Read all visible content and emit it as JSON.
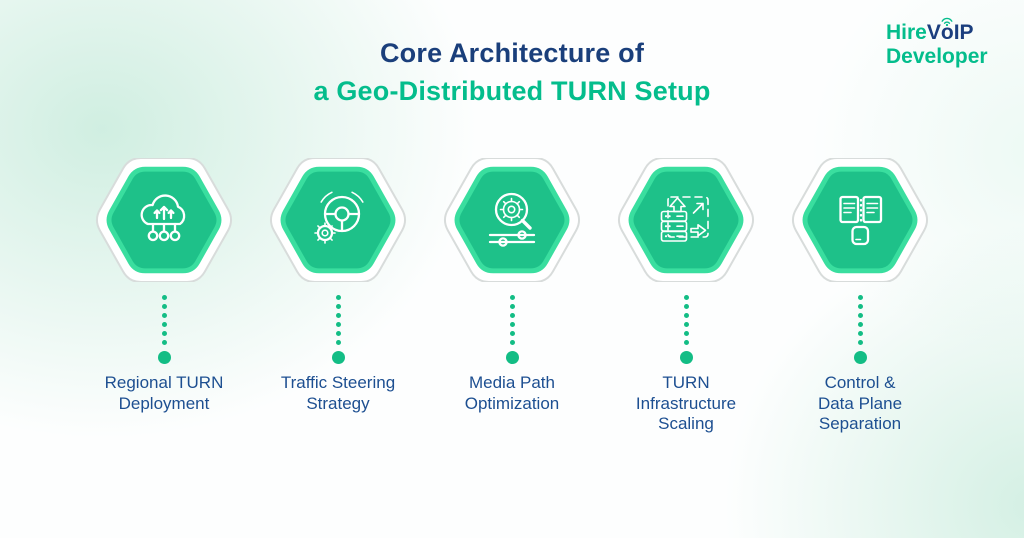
{
  "header": {
    "title_line1": "Core Architecture of",
    "title_line2": "a Geo-Distributed TURN Setup"
  },
  "logo": {
    "hire": "Hire",
    "v": "V",
    "o": "o",
    "ip": "IP",
    "developer": "Developer"
  },
  "steps": [
    {
      "icon": "cloud-deployment-icon",
      "lines": [
        "Regional TURN",
        "Deployment"
      ]
    },
    {
      "icon": "traffic-steering-icon",
      "lines": [
        "Traffic Steering",
        "Strategy"
      ]
    },
    {
      "icon": "media-path-optimization-icon",
      "lines": [
        "Media Path",
        "Optimization"
      ]
    },
    {
      "icon": "infrastructure-scaling-icon",
      "lines": [
        "TURN",
        "Infrastructure",
        "Scaling"
      ]
    },
    {
      "icon": "plane-separation-icon",
      "lines": [
        "Control &",
        "Data Plane",
        "Separation"
      ]
    }
  ],
  "colors": {
    "title_navy": "#1a3f7b",
    "accent_green": "#04bd8c",
    "logo_navy": "#1b3e7e",
    "label_blue": "#1d4f91",
    "hex_fill": "#1ec189",
    "hex_rim": "#3ade9f",
    "hex_outline": "#d8dcdb",
    "dot_green": "#13bd85"
  }
}
